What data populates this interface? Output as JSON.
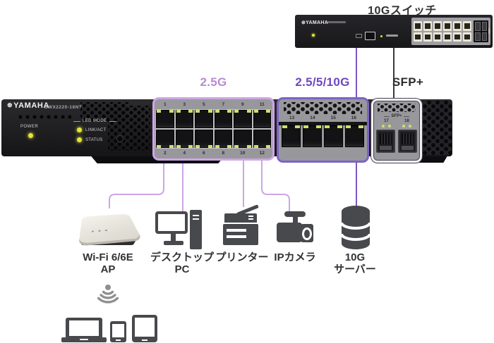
{
  "colors": {
    "accent_light": "#cda6e6",
    "accent_dark": "#7a57c5",
    "text_light_purple": "#b98ad6",
    "text_dark_purple": "#6f46bf",
    "line_dark": "#3a3a3e",
    "label_text": "#333333",
    "led_yellow": "#e3e43c",
    "led_green": "#cfdf6e",
    "device_gray": "#47494c"
  },
  "icons": {
    "yamaha_mark": "⊛"
  },
  "top_label": "10Gスイッチ",
  "top_switch": {
    "brand": "YAMAHA"
  },
  "main_switch": {
    "brand": "YAMAHA",
    "model": "SWX2220-18NT",
    "power": "POWER",
    "led_mode": "LED MODE",
    "link_act": "LINK/ACT",
    "status": "STATUS"
  },
  "groups": {
    "g25": {
      "label": "2.5G",
      "top": [
        "1",
        "3",
        "5",
        "7",
        "9",
        "11"
      ],
      "bottom": [
        "2",
        "4",
        "6",
        "8",
        "10",
        "12"
      ]
    },
    "g10": {
      "label": "2.5/5/10G",
      "numbers": [
        "13",
        "14",
        "15",
        "16"
      ]
    },
    "sfp": {
      "label": "SFP+",
      "panel_label": "SFP+",
      "numbers": [
        "17",
        "18"
      ]
    }
  },
  "devices": {
    "ap": {
      "line1": "Wi-Fi 6/6E",
      "line2": "AP"
    },
    "pc": {
      "line1": "デスクトップ",
      "line2": "PC"
    },
    "printer": {
      "line1": "プリンター"
    },
    "camera": {
      "line1": "IPカメラ"
    },
    "server": {
      "line1": "10G",
      "line2": "サーバー"
    }
  }
}
